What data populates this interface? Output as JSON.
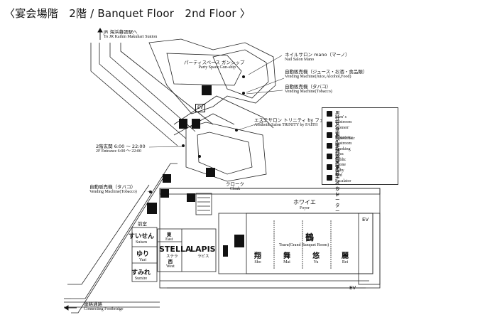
{
  "title": "〈宴会場階　2階 / Banquet Floor　2nd Floor 〉",
  "labels": {
    "jr_jp": "JR 海浜幕張駅へ",
    "jr_en": "To JR Kaihin Makuhari Station",
    "party_jp": "パーティスペース ガンシップ",
    "party_en": "Party Space Gun-ship",
    "nail_jp": "ネイルサロン mano（マーノ）",
    "nail_en": "Nail Salon Mano",
    "vend1_jp": "自動販売機（ジュース・お酒・食品類）",
    "vend1_en": "Vending Machine(Juice,Alcohol,Food)",
    "vend2_jp": "自動販売機（タバコ）",
    "vend2_en": "Vending Machine(Tobacco)",
    "salon_jp": "エステサロン トリニティ by フェース",
    "salon_en": "Aesthetic Salon TRINITY by FAITH",
    "entrance_jp": "2階玄関 6:00 〜 22:00",
    "entrance_en": "2F Entrance  6:00 〜 22:00",
    "cloak_jp": "クローク",
    "cloak_en": "Cloak",
    "vend3_jp": "自動販売機（タバコ）",
    "vend3_en": "Vending Machine(Tobacco)",
    "foyer_jp": "ホワイエ",
    "foyer_en": "Foyer",
    "tsuru_jp": "鶴",
    "tsuru_en": "Tsuru(Grand Banquet Room)",
    "sho_jp": "翔",
    "sho_en": "Sho",
    "mai_jp": "舞",
    "mai_en": "Mai",
    "yu_jp": "悠",
    "yu_en": "Yu",
    "rei_jp": "麗",
    "rei_en": "Rei",
    "maemuro": "前室",
    "suisen_jp": "すいせん",
    "suisen_en": "Suisen",
    "yuri_jp": "ゆり",
    "yuri_en": "Yuri",
    "sumire_jp": "すみれ",
    "sumire_en": "Sumire",
    "east_jp": "東",
    "east_en": "East",
    "stella": "STELLA",
    "stella_kana": "ステラ",
    "west_jp": "西",
    "west_en": "West",
    "lapis": "LAPIS",
    "lapis_kana": "ラピス",
    "ev": "EV",
    "connect_jp": "連絡通路",
    "connect_en": "Connecting Footbridge"
  },
  "legend": [
    {
      "icon": "mens-restroom-icon",
      "jp": "男性トイレ",
      "en": "Men' s Restroom"
    },
    {
      "icon": "womens-restroom-icon",
      "jp": "女性トイレ",
      "en": "Women' s Restroom"
    },
    {
      "icon": "wheelchair-restroom-icon",
      "jp": "車いす対応トイレ",
      "en": "Wheelchair Restroom"
    },
    {
      "icon": "smoking-area-icon",
      "jp": "喫煙コーナー",
      "en": "Smoking Area"
    },
    {
      "icon": "public-phone-icon",
      "jp": "公衆電話",
      "en": "Public Phone"
    },
    {
      "icon": "baby-bed-icon",
      "jp": "ベビーベッド",
      "en": "Baby Bed"
    },
    {
      "icon": "escalator-icon",
      "jp": "エスカレーター",
      "en": "Escalator"
    }
  ]
}
